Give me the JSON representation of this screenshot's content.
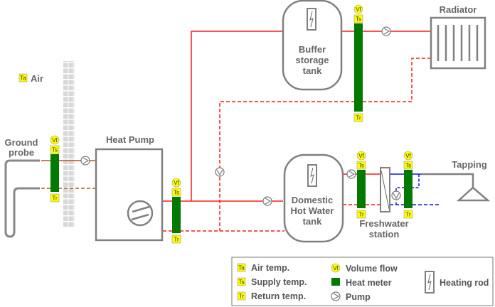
{
  "colors": {
    "supply": "#ff1a1a",
    "brine": "#b5561f",
    "cold_water": "#1010ee",
    "heat_meter": "#007a00",
    "sensor": "#ffff00",
    "component": "#808080"
  },
  "labels": {
    "air": "Air",
    "ground_probe": [
      "Ground",
      "probe"
    ],
    "heat_pump": "Heat Pump",
    "buffer_tank": [
      "Buffer",
      "storage",
      "tank"
    ],
    "radiator": "Radiator",
    "dhw_tank": [
      "Domestic",
      "Hot Water",
      "tank"
    ],
    "freshwater_station": [
      "Freshwater",
      "station"
    ],
    "tapping": "Tapping"
  },
  "sensors": {
    "ta": "Ta",
    "ts": "Ts",
    "tr": "Tr",
    "vf": "Vf"
  },
  "legend": {
    "air_temp": "Air temp.",
    "supply_temp": "Supply temp.",
    "return_temp": "Return temp.",
    "volume_flow": "Volume flow",
    "heat_meter": "Heat meter",
    "pump": "Pump",
    "heating_rod": "Heating rod"
  }
}
